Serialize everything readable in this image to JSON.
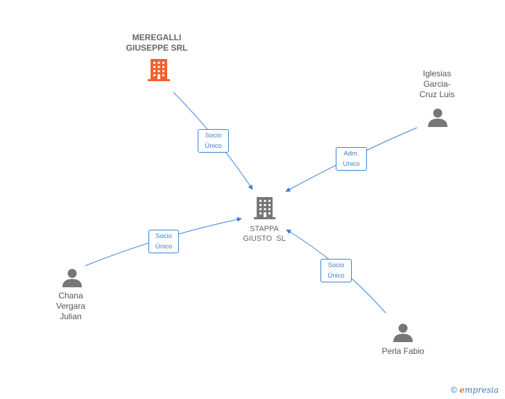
{
  "nodes": {
    "meregalli": {
      "label_line1": "MEREGALLI",
      "label_line2": "GIUSEPPE SRL",
      "icon": "building-icon",
      "color": "#f4622c"
    },
    "stappa": {
      "label_line1": "STAPPA",
      "label_line2": "GIUSTO  SL",
      "icon": "building-icon",
      "color": "#777777"
    },
    "iglesias": {
      "label_line1": "Iglesias",
      "label_line2": "Garcia-",
      "label_line3": "Cruz Luis",
      "icon": "person-icon",
      "color": "#777777"
    },
    "chana": {
      "label_line1": "Chana",
      "label_line2": "Vergara",
      "label_line3": "Julian",
      "icon": "person-icon",
      "color": "#777777"
    },
    "perla": {
      "label_line1": "Perla Fabio",
      "icon": "person-icon",
      "color": "#777777"
    }
  },
  "edges": [
    {
      "from": "meregalli",
      "to": "stappa",
      "line1": "Socio",
      "line2": "Único"
    },
    {
      "from": "iglesias",
      "to": "stappa",
      "line1": "Adm.",
      "line2": "Unico"
    },
    {
      "from": "chana",
      "to": "stappa",
      "line1": "Socio",
      "line2": "Único"
    },
    {
      "from": "perla",
      "to": "stappa",
      "line1": "Socio",
      "line2": "Único"
    }
  ],
  "colors": {
    "edge": "#3b7fd4"
  },
  "brand": {
    "copyright": "©",
    "e": "e",
    "rest": "mpresia"
  }
}
